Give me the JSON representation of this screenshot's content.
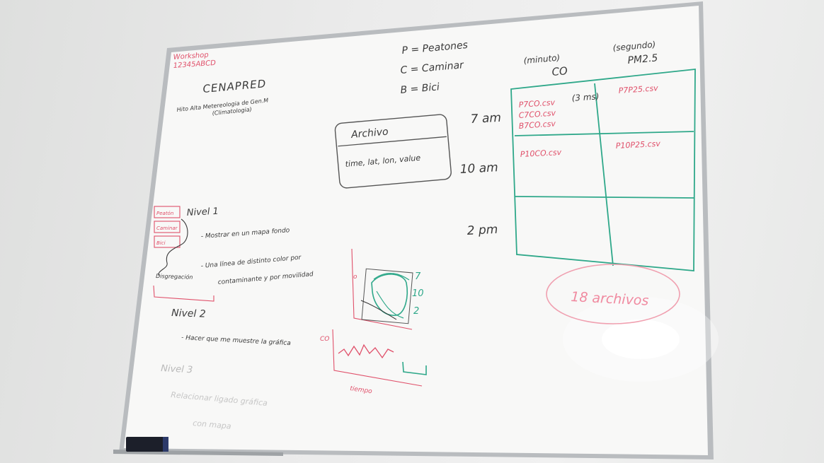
{
  "board": {
    "workshop_line1": "Workshop",
    "workshop_line2": "12345ABCD",
    "title": "CENAPRED",
    "subtitle_line1": "Hito Alta Metereologia de Gen.M",
    "subtitle_line2": "(Climatologia)",
    "legend_p": "P = Peatones",
    "legend_c": "C = Caminar",
    "legend_b": "B = Bici",
    "archivo_title": "Archivo",
    "archivo_fields": "time, lat, lon, value",
    "col_co_note": "(minuto)",
    "col_co_label": "CO",
    "col_pm_note": "(segundo)",
    "col_pm_label": "PM2.5",
    "row_7am": "7 am",
    "row_10am": "10 am",
    "row_2pm": "2 pm",
    "cell_7am_co_1": "P7CO.csv",
    "cell_7am_co_2": "C7CO.csv",
    "cell_7am_co_3": "B7CO.csv",
    "cell_7am_co_note": "(3 ms)",
    "cell_7am_pm": "P7P25.csv",
    "cell_10am_co": "P10CO.csv",
    "cell_10am_pm": "P10P25.csv",
    "total_files": "18 archivos",
    "nivel1_title": "Nivel 1",
    "nivel1_tags": [
      "Peatón",
      "Caminar",
      "Bici"
    ],
    "nivel1_item1": "- Mostrar en un mapa fondo",
    "nivel1_item2": "- Una línea de distinto color por",
    "nivel1_item2b": "contaminante y por movilidad",
    "nivel1_side": "Disgregación",
    "nivel2_title": "Nivel 2",
    "nivel2_item": "- Hacer que me muestre la gráfica",
    "nivel3_title": "Nivel 3",
    "nivel3_item1": "Relacionar ligado gráfica",
    "nivel3_item2": "con mapa",
    "sketch_map_labels": [
      "7",
      "10",
      "2"
    ],
    "sketch_chart_ylabel": "CO",
    "sketch_chart_xlabel": "tiempo"
  },
  "colors": {
    "ink_black": "#3a3a3a",
    "ink_red": "#e0506a",
    "ink_green": "#2fa88a",
    "frame": "#b9bcbf",
    "board": "#f7f7f6"
  }
}
